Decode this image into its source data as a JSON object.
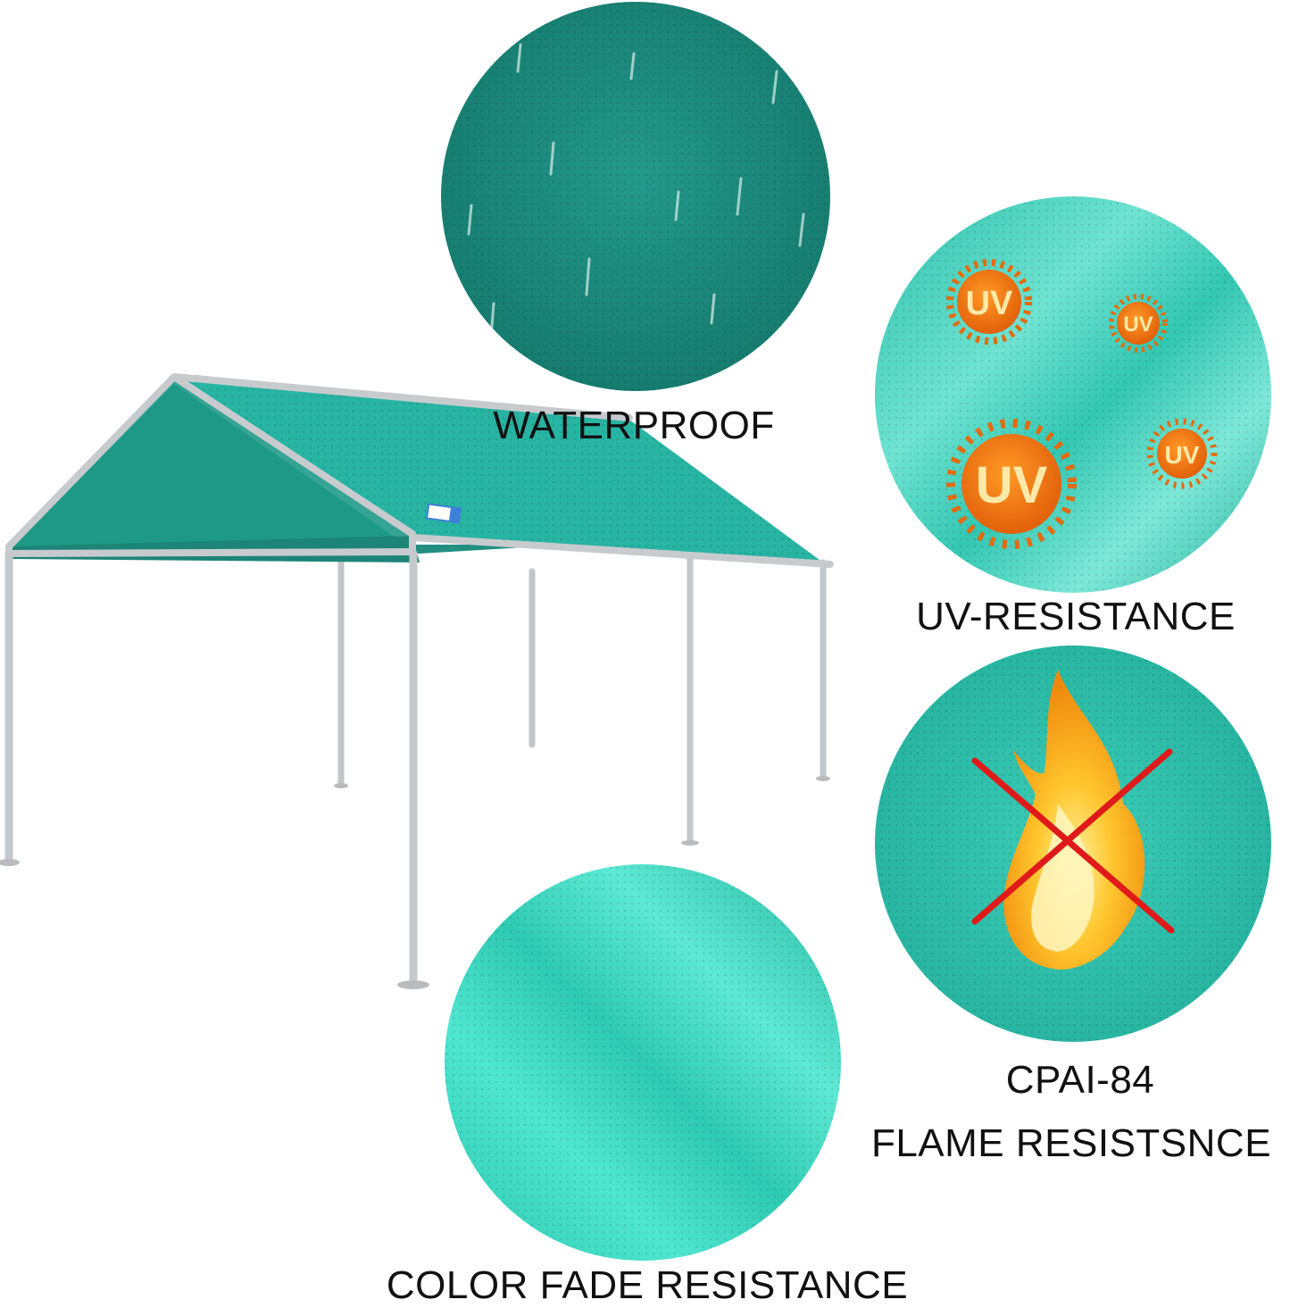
{
  "features": {
    "waterproof": {
      "label": "WATERPROOF",
      "fabric_color": "#1f8f80"
    },
    "uv": {
      "label": "UV-RESISTANCE",
      "badge_text": "UV",
      "fabric_color": "#35c9b3",
      "badge_color": "#f07a12"
    },
    "flame": {
      "label_line1": "CPAI-84",
      "label_line2": "FLAME RESISTSNCE",
      "fabric_color": "#2dbfa9",
      "cross_color": "#e01a1a"
    },
    "color_fade": {
      "label": "COLOR FADE RESISTANCE",
      "fabric_color": "#36d6c0"
    }
  },
  "canopy": {
    "roof_color": "#25b3a3",
    "frame_color": "#c7cacc"
  }
}
